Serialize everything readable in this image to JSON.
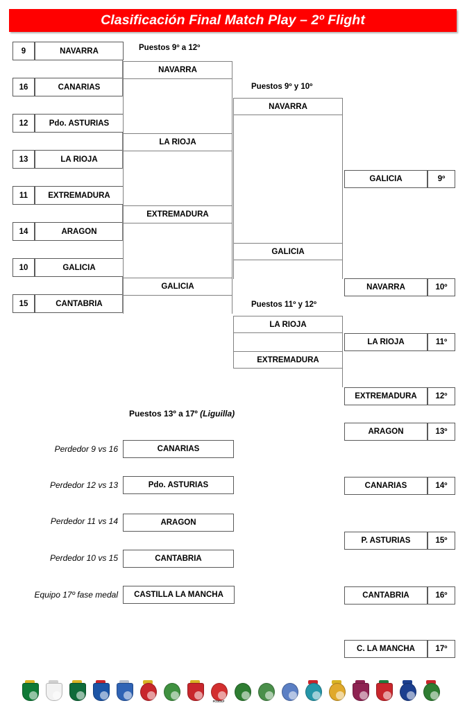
{
  "header": {
    "title": "Clasificación Final Match Play – 2º Flight",
    "accent_color": "#FF0000"
  },
  "round1": {
    "section_label": "Puestos 9º a 12º",
    "matches": [
      {
        "top": {
          "seed": "9",
          "team": "NAVARRA"
        },
        "bottom": {
          "seed": "16",
          "team": "CANARIAS"
        },
        "winner": "NAVARRA"
      },
      {
        "top": {
          "seed": "12",
          "team": "Pdo. ASTURIAS"
        },
        "bottom": {
          "seed": "13",
          "team": "LA RIOJA"
        },
        "winner": "LA RIOJA"
      },
      {
        "top": {
          "seed": "11",
          "team": "EXTREMADURA"
        },
        "bottom": {
          "seed": "14",
          "team": "ARAGON"
        },
        "winner": "EXTREMADURA"
      },
      {
        "top": {
          "seed": "10",
          "team": "GALICIA"
        },
        "bottom": {
          "seed": "15",
          "team": "CANTABRIA"
        },
        "winner": "GALICIA"
      }
    ]
  },
  "round2": {
    "upper_label": "Puestos 9º y 10º",
    "upper_winner": "NAVARRA",
    "upper_loserbranch": "GALICIA",
    "lower_label": "Puestos 11º y 12º",
    "lower_top": "LA RIOJA",
    "lower_bottom": "EXTREMADURA"
  },
  "final_standings": [
    {
      "team": "GALICIA",
      "rank": "9º"
    },
    {
      "team": "NAVARRA",
      "rank": "10º"
    },
    {
      "team": "LA RIOJA",
      "rank": "11º"
    },
    {
      "team": "EXTREMADURA",
      "rank": "12º"
    },
    {
      "team": "ARAGON",
      "rank": "13º"
    },
    {
      "team": "CANARIAS",
      "rank": "14º"
    },
    {
      "team": "P. ASTURIAS",
      "rank": "15º"
    },
    {
      "team": "CANTABRIA",
      "rank": "16º"
    },
    {
      "team": "C. LA MANCHA",
      "rank": "17º"
    }
  ],
  "liguilla": {
    "header_main": "Puestos 13º a 17º",
    "header_suffix": "(Liguilla)",
    "rows": [
      {
        "label": "Perdedor 9 vs 16",
        "team": "CANARIAS"
      },
      {
        "label": "Perdedor 12 vs 13",
        "team": "Pdo. ASTURIAS"
      },
      {
        "label": "Perdedor 11 vs 14",
        "team": "ARAGON"
      },
      {
        "label": "Perdedor 10 vs 15",
        "team": "CANTABRIA"
      },
      {
        "label": "Equipo 17º fase medal",
        "team": "CASTILLA LA MANCHA"
      }
    ]
  },
  "logos": [
    {
      "name": "rfeg-crest",
      "color": "#0f7a36",
      "crown": "#d8b324",
      "shape": "shield",
      "cap": ""
    },
    {
      "name": "aragon-crest",
      "color": "#f2f2f2",
      "crown": "#cfcfcf",
      "shape": "shield",
      "cap": ""
    },
    {
      "name": "andalucia-crest",
      "color": "#0f6b3a",
      "crown": "#d8b324",
      "shape": "shield",
      "cap": ""
    },
    {
      "name": "asturias-crest",
      "color": "#1c55a6",
      "crown": "#c8262c",
      "shape": "shield",
      "cap": ""
    },
    {
      "name": "canarias-crest",
      "color": "#2f63b5",
      "crown": "#b8bfcc",
      "shape": "shield",
      "cap": ""
    },
    {
      "name": "cantabria-crest",
      "color": "#c8262c",
      "crown": "#d8b324",
      "shape": "round",
      "cap": ""
    },
    {
      "name": "castillaleon-crest",
      "color": "#3f9140",
      "crown": "#ffffff",
      "shape": "round",
      "cap": ""
    },
    {
      "name": "castillamancha-crest",
      "color": "#c8262c",
      "crown": "#d8b324",
      "shape": "shield",
      "cap": ""
    },
    {
      "name": "fcgolf-logo",
      "color": "#d32f2f",
      "crown": "#ffffff",
      "shape": "round",
      "cap": "FCGOLF"
    },
    {
      "name": "extremadura-crest",
      "color": "#2e7d32",
      "crown": "#ffffff",
      "shape": "round",
      "cap": ""
    },
    {
      "name": "galicia-crest",
      "color": "#4a8f4a",
      "crown": "#ffffff",
      "shape": "round",
      "cap": ""
    },
    {
      "name": "baleares-crest",
      "color": "#5b7fc4",
      "crown": "#ffffff",
      "shape": "round",
      "cap": ""
    },
    {
      "name": "larioja-crest",
      "color": "#2596a8",
      "crown": "#c8262c",
      "shape": "round",
      "cap": ""
    },
    {
      "name": "madrid-crest",
      "color": "#e0a92b",
      "crown": "#d8b324",
      "shape": "round",
      "cap": ""
    },
    {
      "name": "murcia-crest",
      "color": "#8e2352",
      "crown": "#8e2352",
      "shape": "shield",
      "cap": ""
    },
    {
      "name": "navarra-crest",
      "color": "#c8262c",
      "crown": "#1f7a3d",
      "shape": "shield",
      "cap": ""
    },
    {
      "name": "paisvasco-crest",
      "color": "#1c3f8f",
      "crown": "#1c3f8f",
      "shape": "round",
      "cap": ""
    },
    {
      "name": "valencia-crest",
      "color": "#2e7d32",
      "crown": "#c8262c",
      "shape": "round",
      "cap": ""
    }
  ]
}
